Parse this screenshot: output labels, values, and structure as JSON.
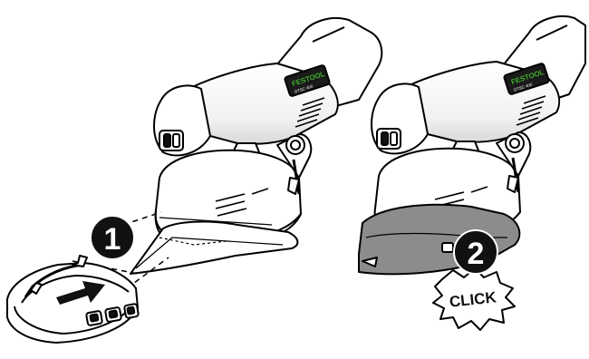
{
  "brand_label": "FESTOOL",
  "model_label": "DTSC 400",
  "steps": [
    {
      "number": "1"
    },
    {
      "number": "2"
    }
  ],
  "click_label": "CLICK",
  "colors": {
    "line": "#000000",
    "paper": "#ffffff",
    "brand_green": "#3fae2a",
    "pad_gray": "#8c8c8c",
    "badge": "#111111"
  }
}
